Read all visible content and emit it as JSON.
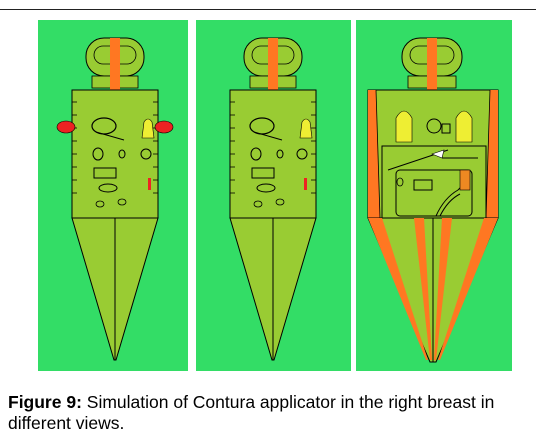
{
  "figure": {
    "label": "Figure 9:",
    "caption": " Simulation of Contura applicator in the right breast in different views."
  },
  "colors": {
    "background": "#33dd66",
    "body": "#99cc33",
    "catheter": "#ff7722",
    "balloon": "#eeee33",
    "marker": "#ee2222",
    "outline": "#000000"
  },
  "panels": [
    {
      "view": "view-1"
    },
    {
      "view": "view-2"
    },
    {
      "view": "view-3"
    }
  ]
}
